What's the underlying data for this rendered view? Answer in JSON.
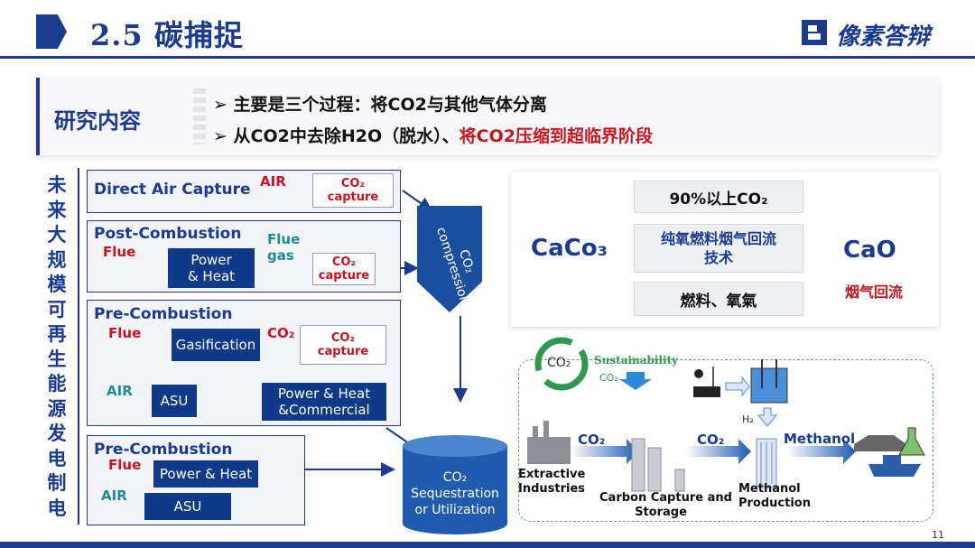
{
  "header": {
    "title": "2.5 碳捕捉",
    "logo": "像素答辩"
  },
  "research": {
    "label": "研究内容",
    "bullet1": "主要是三个过程：将CO2与其他气体分离",
    "bullet2_a": "从CO2中去除H2O（脱水）、",
    "bullet2_b": "将CO2压缩到超临界阶段"
  },
  "side_title": [
    "未",
    "来",
    "大",
    "规",
    "模",
    "可",
    "再",
    "生",
    "能",
    "源",
    "发",
    "电",
    "制",
    "电"
  ],
  "dac": {
    "title": "Direct Air Capture",
    "air": "AIR",
    "cap1": "CO₂",
    "cap2": "capture"
  },
  "post": {
    "title": "Post-Combustion",
    "flue": "Flue",
    "box": "Power\n& Heat",
    "flue_gas": "Flue\ngas",
    "cap1": "CO₂",
    "cap2": "capture"
  },
  "pre1": {
    "title": "Pre-Combustion",
    "flue": "Flue",
    "box": "Gasification",
    "co2": "CO₂",
    "cap1": "CO₂",
    "cap2": "capture",
    "air": "AIR",
    "asu": "ASU",
    "ph": "Power & Heat\n&Commercial"
  },
  "pre2": {
    "title": "Pre-Combustion",
    "flue": "Flue",
    "box": "Power & Heat",
    "air": "AIR",
    "asu": "ASU"
  },
  "compression": {
    "line1": "CO₂",
    "line2": "compression"
  },
  "sequestration": {
    "line1": "CO₂",
    "line2": "Sequestration",
    "line3": "or Utilization"
  },
  "cao": {
    "top": "90%以上CO₂",
    "tech1": "纯氧燃料烟气回流",
    "tech2": "技术",
    "bottom": "燃料、氧氣",
    "left": "CaCo₃",
    "right": "CaO",
    "recycle": "烟气回流"
  },
  "methanol": {
    "co2_cycle": "CO₂",
    "sustain": "Sustainability",
    "sustain_co2": "CO₂",
    "h2": "H₂",
    "co2_a": "CO₂",
    "co2_b": "CO₂",
    "methanol": "Methanol",
    "ext": "Extractive\nIndustries",
    "ccs": "Carbon Capture and\nStorage",
    "prod": "Methanol\nProduction"
  },
  "page_number": "11",
  "colors": {
    "navy": "#1a3b8f",
    "red": "#c8141e",
    "teal": "#1f8a9a",
    "green": "#2e9a4e"
  }
}
